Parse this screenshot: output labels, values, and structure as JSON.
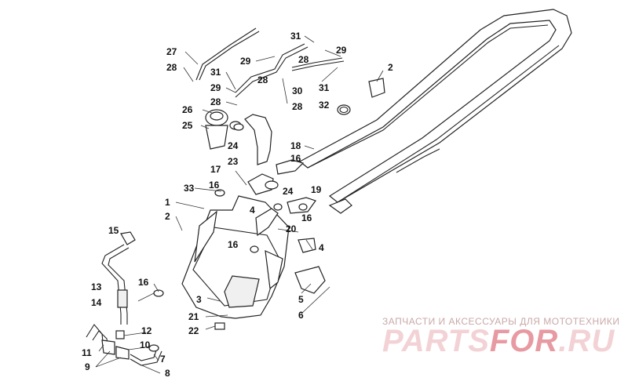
{
  "watermark": {
    "tagline": "ЗАПЧАСТИ И АКСЕССУАРЫ ДЛЯ МОТОТЕХНИКИ",
    "logo_part1": "PARTS",
    "logo_part2": "FOR",
    "logo_part3": ".RU"
  },
  "callouts": [
    {
      "id": "c27a",
      "text": "27"
    },
    {
      "id": "c28a",
      "text": "28"
    },
    {
      "id": "c31a",
      "text": "31"
    },
    {
      "id": "c29a",
      "text": "29"
    },
    {
      "id": "c28b",
      "text": "28"
    },
    {
      "id": "c26",
      "text": "26"
    },
    {
      "id": "c25",
      "text": "25"
    },
    {
      "id": "c24a",
      "text": "24"
    },
    {
      "id": "c23",
      "text": "23"
    },
    {
      "id": "c31b",
      "text": "31"
    },
    {
      "id": "c29b",
      "text": "29"
    },
    {
      "id": "c28c",
      "text": "28"
    },
    {
      "id": "c28d",
      "text": "28"
    },
    {
      "id": "c30",
      "text": "30"
    },
    {
      "id": "c28e",
      "text": "28"
    },
    {
      "id": "c29c",
      "text": "29"
    },
    {
      "id": "c31c",
      "text": "31"
    },
    {
      "id": "c32",
      "text": "32"
    },
    {
      "id": "c2a",
      "text": "2"
    },
    {
      "id": "c18",
      "text": "18"
    },
    {
      "id": "c16a",
      "text": "16"
    },
    {
      "id": "c17",
      "text": "17"
    },
    {
      "id": "c16b",
      "text": "16"
    },
    {
      "id": "c24b",
      "text": "24"
    },
    {
      "id": "c19",
      "text": "19"
    },
    {
      "id": "c33",
      "text": "33"
    },
    {
      "id": "c1",
      "text": "1"
    },
    {
      "id": "c4a",
      "text": "4"
    },
    {
      "id": "c16c",
      "text": "16"
    },
    {
      "id": "c2b",
      "text": "2"
    },
    {
      "id": "c20",
      "text": "20"
    },
    {
      "id": "c15",
      "text": "15"
    },
    {
      "id": "c16d",
      "text": "16"
    },
    {
      "id": "c4b",
      "text": "4"
    },
    {
      "id": "c13",
      "text": "13"
    },
    {
      "id": "c16e",
      "text": "16"
    },
    {
      "id": "c14",
      "text": "14"
    },
    {
      "id": "c3",
      "text": "3"
    },
    {
      "id": "c5",
      "text": "5"
    },
    {
      "id": "c21",
      "text": "21"
    },
    {
      "id": "c6",
      "text": "6"
    },
    {
      "id": "c12",
      "text": "12"
    },
    {
      "id": "c22",
      "text": "22"
    },
    {
      "id": "c11",
      "text": "11"
    },
    {
      "id": "c10",
      "text": "10"
    },
    {
      "id": "c7",
      "text": "7"
    },
    {
      "id": "c9",
      "text": "9"
    },
    {
      "id": "c8",
      "text": "8"
    }
  ]
}
